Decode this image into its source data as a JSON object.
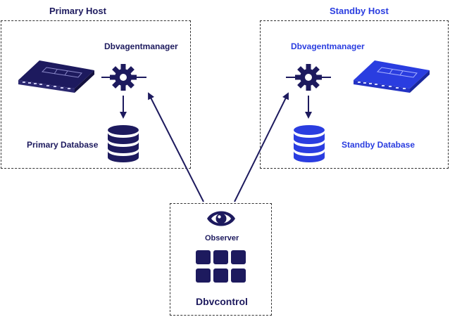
{
  "colors": {
    "primary": "#1d1a5e",
    "standby": "#2a3de0",
    "border": "#333333"
  },
  "primary_host": {
    "title": "Primary Host",
    "agent_label": "Dbvagentmanager",
    "database_label": "Primary Database",
    "icons": [
      "server-icon",
      "gear-icon",
      "database-icon"
    ]
  },
  "standby_host": {
    "title": "Standby Host",
    "agent_label": "Dbvagentmanager",
    "database_label": "Standby Database",
    "icons": [
      "server-icon",
      "gear-icon",
      "database-icon"
    ]
  },
  "dbvcontrol": {
    "observer_label": "Observer",
    "title": "Dbvcontrol",
    "icons": [
      "eye-icon",
      "grid-icon"
    ]
  }
}
